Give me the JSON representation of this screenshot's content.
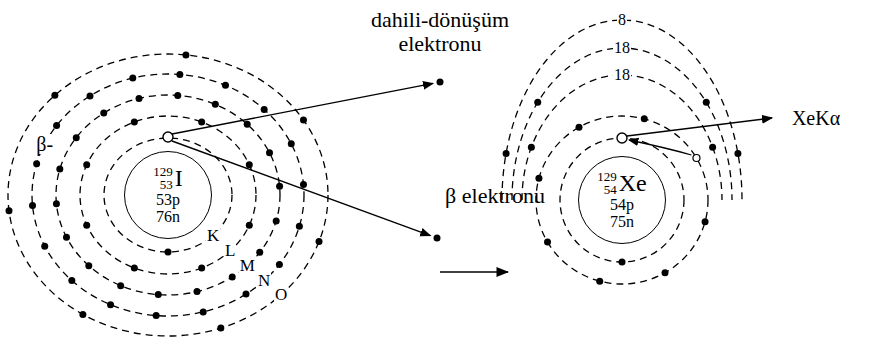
{
  "diagram": {
    "nodes": [
      {
        "text": [
          "129",
          "53",
          "I",
          "53p",
          "76n"
        ]
      },
      {
        "text": [
          "129",
          "54",
          "Xe",
          "54p",
          "75n"
        ]
      }
    ],
    "labels": [
      "dahili-dönüşüm elektronu",
      "β elektronu",
      "β-",
      "K",
      "L",
      "M",
      "N",
      "O",
      "8",
      "18",
      "18",
      "XeKα"
    ]
  }
}
